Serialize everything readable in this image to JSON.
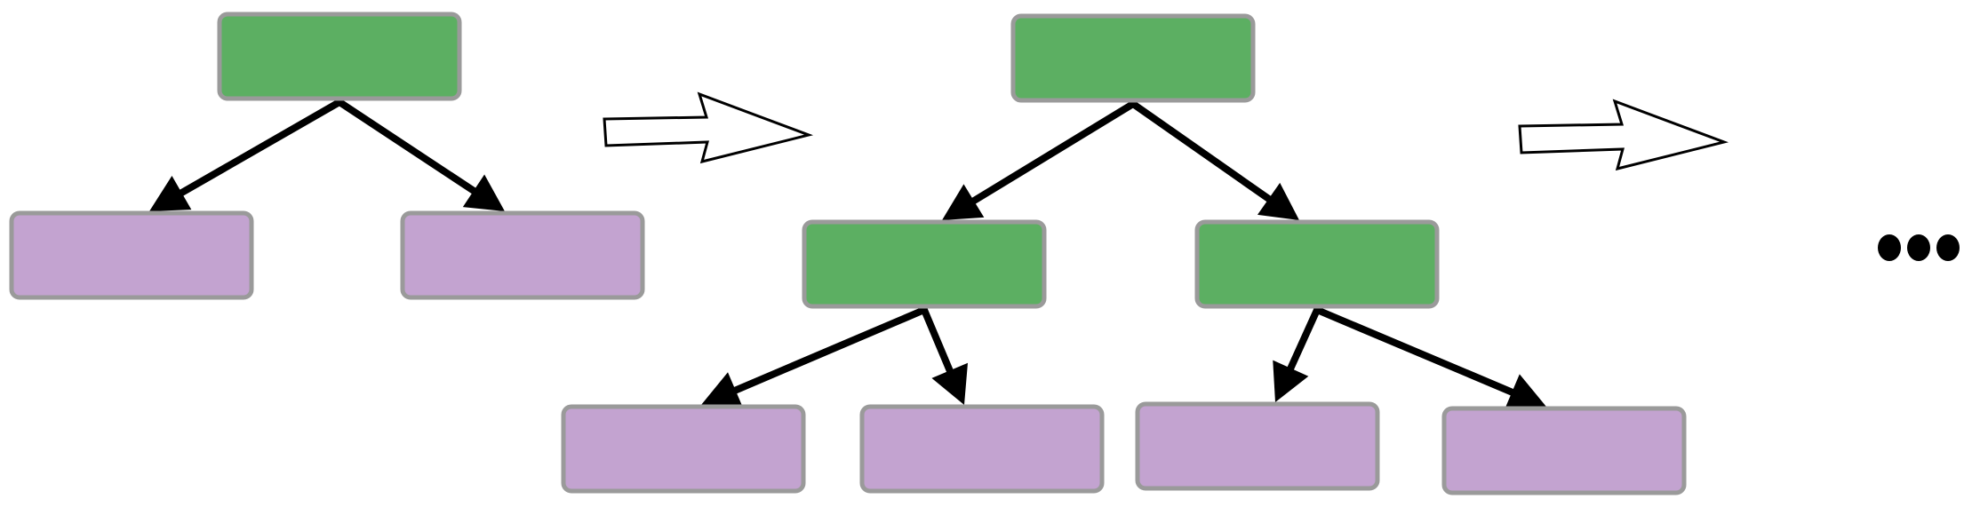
{
  "colors": {
    "expanded_node": "#5caf62",
    "leaf_node": "#c3a3d0",
    "node_border": "#9a9a9a",
    "edge": "#000000",
    "background": "#ffffff"
  },
  "stages": [
    {
      "name": "stage-1",
      "nodes": [
        {
          "id": "s1-root",
          "kind": "expanded"
        },
        {
          "id": "s1-left",
          "kind": "leaf"
        },
        {
          "id": "s1-right",
          "kind": "leaf"
        }
      ],
      "edges": [
        [
          "s1-root",
          "s1-left"
        ],
        [
          "s1-root",
          "s1-right"
        ]
      ]
    },
    {
      "name": "stage-2",
      "nodes": [
        {
          "id": "s2-root",
          "kind": "expanded"
        },
        {
          "id": "s2-left",
          "kind": "expanded"
        },
        {
          "id": "s2-right",
          "kind": "expanded"
        },
        {
          "id": "s2-ll",
          "kind": "leaf"
        },
        {
          "id": "s2-lr",
          "kind": "leaf"
        },
        {
          "id": "s2-rl",
          "kind": "leaf"
        },
        {
          "id": "s2-rr",
          "kind": "leaf"
        }
      ],
      "edges": [
        [
          "s2-root",
          "s2-left"
        ],
        [
          "s2-root",
          "s2-right"
        ],
        [
          "s2-left",
          "s2-ll"
        ],
        [
          "s2-left",
          "s2-lr"
        ],
        [
          "s2-right",
          "s2-rl"
        ],
        [
          "s2-right",
          "s2-rr"
        ]
      ]
    }
  ],
  "transitions": [
    "stage-1-to-stage-2",
    "stage-2-to-next"
  ],
  "continuation_icon": "ellipsis-icon"
}
